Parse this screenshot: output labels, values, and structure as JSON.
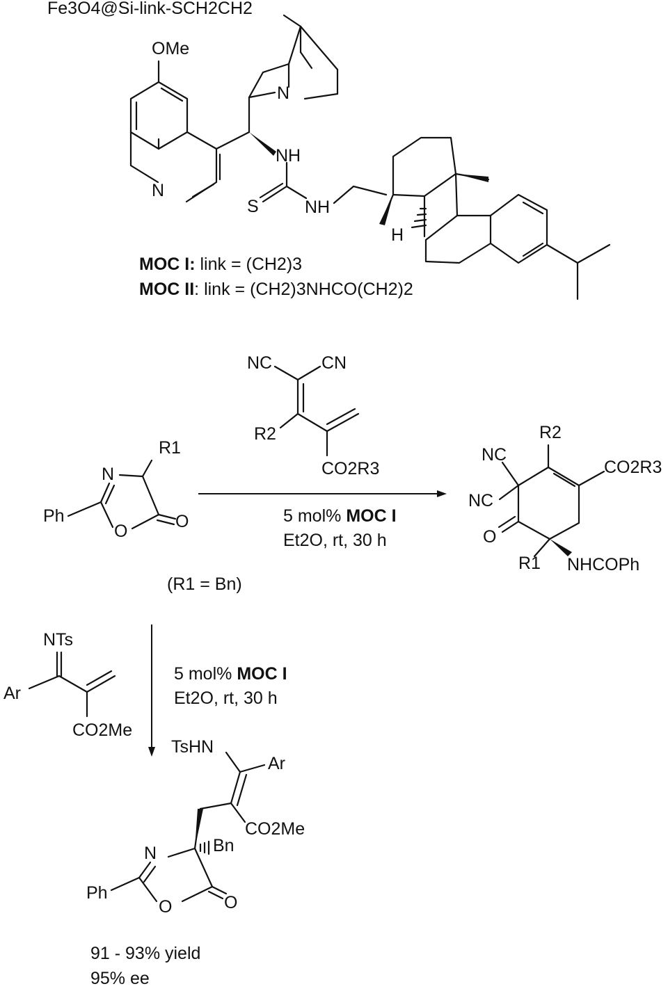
{
  "catalyst": {
    "anchor_label": "Fe3O4@Si-link-SCH2CH2",
    "methoxy": "OMe",
    "quinuclidine_n": "N",
    "quinoline_n": "N",
    "nh_top": "NH",
    "nh_bottom": "NH",
    "thio_s": "S",
    "hydrogen": "H",
    "moc1_name": "MOC I:",
    "moc1_def": "link = (CH2)3",
    "moc2_name": "MOC II",
    "moc2_def": ": link = (CH2)3NHCO(CH2)2"
  },
  "reaction1": {
    "diene_nc_left": "NC",
    "diene_cn_right": "CN",
    "diene_r2": "R2",
    "diene_co2r3": "CO2R3",
    "catalyst_loading": "5 mol%",
    "catalyst_name": "MOC I",
    "conditions": "Et2O, rt, 30 h",
    "product_nc1": "NC",
    "product_nc2": "NC",
    "product_r2": "R2",
    "product_co2r3": "CO2R3",
    "product_o": "O",
    "product_r1": "R1",
    "product_nhcoph": "NHCOPh"
  },
  "azlactone": {
    "r1": "R1",
    "n": "N",
    "ph": "Ph",
    "ring_o": "O",
    "carbonyl_o": "O",
    "r1_note": "(R1 = Bn)"
  },
  "reaction2": {
    "reagent_nts": "NTs",
    "reagent_ar": "Ar",
    "reagent_co2me": "CO2Me",
    "catalyst_loading": "5 mol%",
    "catalyst_name": "MOC I",
    "conditions": "Et2O, rt, 30 h",
    "product_tshn": "TsHN",
    "product_ar": "Ar",
    "product_co2me": "CO2Me",
    "product_bn": "Bn",
    "product_n": "N",
    "product_ph": "Ph",
    "product_ring_o": "O",
    "product_carbonyl_o": "O",
    "yield": "91 - 93% yield",
    "ee": "95% ee"
  }
}
